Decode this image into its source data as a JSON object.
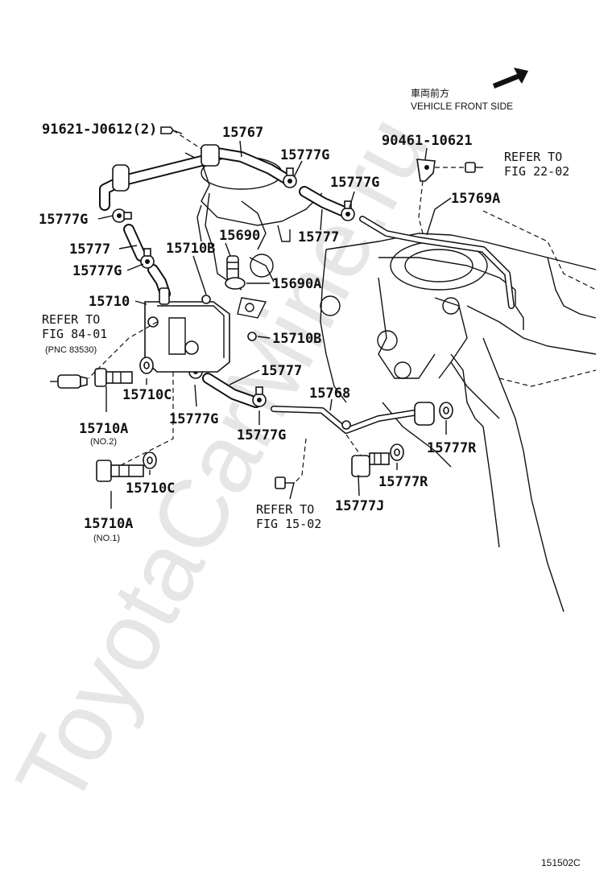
{
  "watermark": "ToyotaCarMine.ru",
  "orientation": {
    "jp": "車両前方",
    "en": "VEHICLE FRONT SIDE"
  },
  "figure_code": "151502C",
  "labels": {
    "p91621": "91621-J0612(2)",
    "p15767": "15767",
    "p15777G_a": "15777G",
    "p15777G_b": "15777G",
    "p90461": "90461-10621",
    "refer_22_a": "REFER TO",
    "refer_22_b": "FIG 22-02",
    "p15769A": "15769A",
    "p15777G_c": "15777G",
    "p15777_a": "15777",
    "p15777_b": "15777",
    "p15690": "15690",
    "p15710B_a": "15710B",
    "p15777G_d": "15777G",
    "p15690A": "15690A",
    "p15710": "15710",
    "refer_84_a": "REFER TO",
    "refer_84_b": "FIG 84-01",
    "pnc": "(PNC 83530)",
    "p15710B_b": "15710B",
    "p15777_c": "15777",
    "p15768": "15768",
    "p15710C_a": "15710C",
    "p15777G_e": "15777G",
    "p15710A_a": "15710A",
    "no2": "(NO.2)",
    "p15777G_f": "15777G",
    "p15777R_a": "15777R",
    "p15777R_b": "15777R",
    "p15710C_b": "15710C",
    "refer_15_a": "REFER TO",
    "refer_15_b": "FIG 15-02",
    "p15777J": "15777J",
    "p15710A_b": "15710A",
    "no1": "(NO.1)"
  }
}
